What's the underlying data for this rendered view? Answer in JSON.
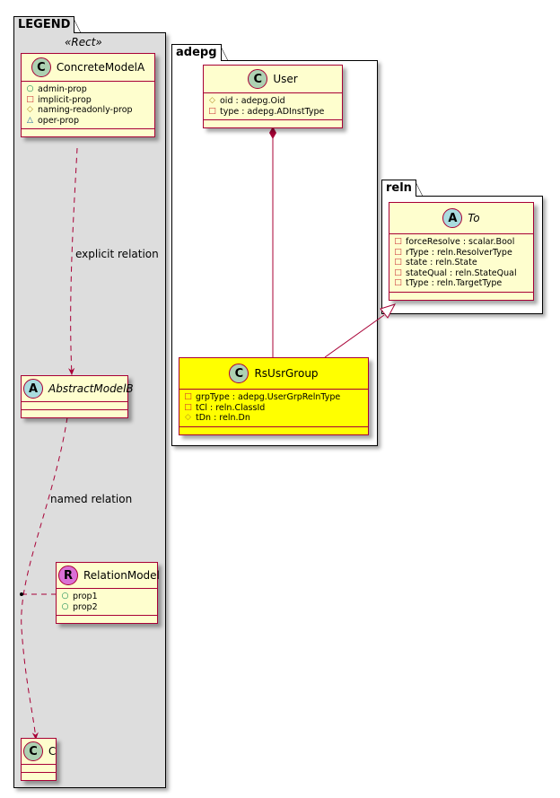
{
  "packages": {
    "legend": {
      "name": "LEGEND",
      "stereotype": "«Rect»"
    },
    "adepg": {
      "name": "adepg"
    },
    "reln": {
      "name": "reln"
    }
  },
  "classes": {
    "concrete_model_a": {
      "kind": "C",
      "name": "ConcreteModelA",
      "attributes": [
        {
          "visibility": "public",
          "symbol": "○",
          "text": "admin-prop"
        },
        {
          "visibility": "private",
          "symbol": "□",
          "text": "implicit-prop"
        },
        {
          "visibility": "protected",
          "symbol": "◇",
          "text": "naming-readonly-prop"
        },
        {
          "visibility": "package",
          "symbol": "△",
          "text": "oper-prop"
        }
      ]
    },
    "abstract_model_b": {
      "kind": "A",
      "name": "AbstractModelB",
      "attributes": []
    },
    "relation_model": {
      "kind": "R",
      "name": "RelationModel",
      "attributes": [
        {
          "visibility": "public",
          "symbol": "○",
          "text": "prop1"
        },
        {
          "visibility": "public",
          "symbol": "○",
          "text": "prop2"
        }
      ]
    },
    "c": {
      "kind": "C",
      "name": "C",
      "attributes": []
    },
    "user": {
      "kind": "C",
      "name": "User",
      "attributes": [
        {
          "visibility": "protected",
          "symbol": "◇",
          "text": "oid : adepg.Oid"
        },
        {
          "visibility": "private",
          "symbol": "□",
          "text": "type : adepg.ADInstType"
        }
      ]
    },
    "rs_usr_group": {
      "kind": "C",
      "name": "RsUsrGroup",
      "highlight": "#FFFF00",
      "attributes": [
        {
          "visibility": "private",
          "symbol": "□",
          "text": "grpType : adepg.UserGrpRelnType"
        },
        {
          "visibility": "private",
          "symbol": "□",
          "text": "tCl : reln.ClassId"
        },
        {
          "visibility": "protected",
          "symbol": "◇",
          "text": "tDn : reln.Dn"
        }
      ]
    },
    "to": {
      "kind": "A",
      "name": "To",
      "attributes": [
        {
          "visibility": "private",
          "symbol": "□",
          "text": "forceResolve : scalar.Bool"
        },
        {
          "visibility": "private",
          "symbol": "□",
          "text": "rType : reln.ResolverType"
        },
        {
          "visibility": "private",
          "symbol": "□",
          "text": "state : reln.State"
        },
        {
          "visibility": "private",
          "symbol": "□",
          "text": "stateQual : reln.StateQual"
        },
        {
          "visibility": "private",
          "symbol": "□",
          "text": "tType : reln.TargetType"
        }
      ]
    }
  },
  "relations": {
    "explicit": {
      "label": "explicit relation",
      "from": "ConcreteModelA",
      "to": "AbstractModelB",
      "type": "dependency"
    },
    "named": {
      "label": "named relation",
      "from": "AbstractModelB",
      "to": "C",
      "type": "dependency",
      "association_class": "RelationModel"
    },
    "composition": {
      "label": "",
      "from": "User",
      "to": "RsUsrGroup",
      "type": "composition"
    },
    "inheritance": {
      "label": "",
      "from": "RsUsrGroup",
      "to": "To",
      "type": "generalization"
    }
  },
  "colors": {
    "border": "#A80036",
    "class_fill": "#FEFECE",
    "highlight": "#FFFF00",
    "legend_fill": "#DDDDDD"
  }
}
